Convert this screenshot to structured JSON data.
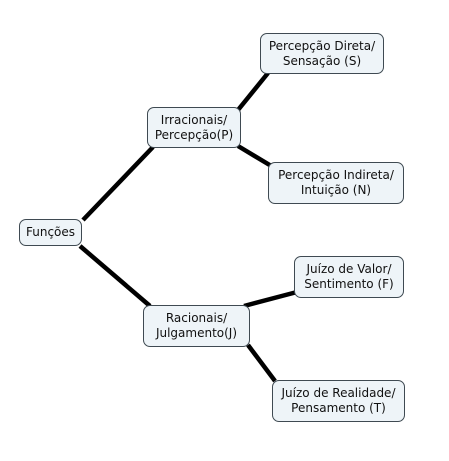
{
  "colors": {
    "node_fill": "#eef4f8",
    "node_border": "#3f4a52",
    "edge": "#000000",
    "text": "#111111"
  },
  "nodes": {
    "funcoes": {
      "lines": [
        "Funções"
      ]
    },
    "irracionais": {
      "lines": [
        "Irracionais/",
        "Percepção(P)"
      ]
    },
    "racionais": {
      "lines": [
        "Racionais/",
        "Julgamento(J)"
      ]
    },
    "sensacao": {
      "lines": [
        "Percepção Direta/",
        "Sensação (S)"
      ]
    },
    "intuicao": {
      "lines": [
        "Percepção Indireta/",
        "Intuição (N)"
      ]
    },
    "sentimento": {
      "lines": [
        "Juízo de Valor/",
        "Sentimento (F)"
      ]
    },
    "pensamento": {
      "lines": [
        "Juízo de Realidade/",
        "Pensamento (T)"
      ]
    }
  },
  "edges": [
    {
      "from": "funcoes",
      "to": "irracionais"
    },
    {
      "from": "funcoes",
      "to": "racionais"
    },
    {
      "from": "irracionais",
      "to": "sensacao"
    },
    {
      "from": "irracionais",
      "to": "intuicao"
    },
    {
      "from": "racionais",
      "to": "sentimento"
    },
    {
      "from": "racionais",
      "to": "pensamento"
    }
  ]
}
